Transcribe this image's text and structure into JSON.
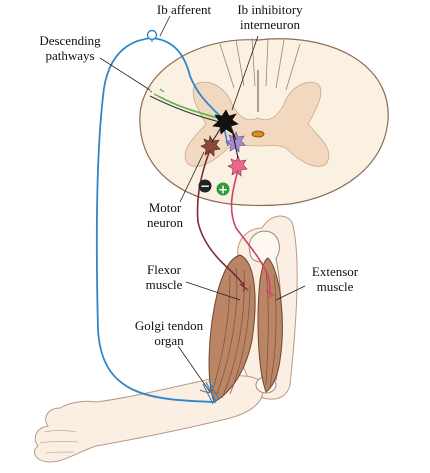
{
  "labels": {
    "ib_afferent": "Ib afferent",
    "ib_interneuron_line1": "Ib inhibitory",
    "ib_interneuron_line2": "interneuron",
    "descending_line1": "Descending",
    "descending_line2": "pathways",
    "motor_line1": "Motor",
    "motor_line2": "neuron",
    "flexor_line1": "Flexor",
    "flexor_line2": "muscle",
    "extensor_line1": "Extensor",
    "extensor_line2": "muscle",
    "golgi_line1": "Golgi tendon",
    "golgi_line2": "organ"
  },
  "signs": {
    "inhibitory": "−",
    "excitatory": "+"
  },
  "colors": {
    "spinal_gray": "#f3d8c0",
    "spinal_white": "#fbf1e2",
    "skin": "#fbeee3",
    "muscle": "#b98565",
    "afferent_blue": "#2f86c8",
    "descending_green": "#62b64a",
    "motor_flexor": "#7a2a3a",
    "motor_extensor": "#d0426d",
    "inhibitory_dark": "#222222",
    "excitatory_green": "#2e9b3f"
  }
}
